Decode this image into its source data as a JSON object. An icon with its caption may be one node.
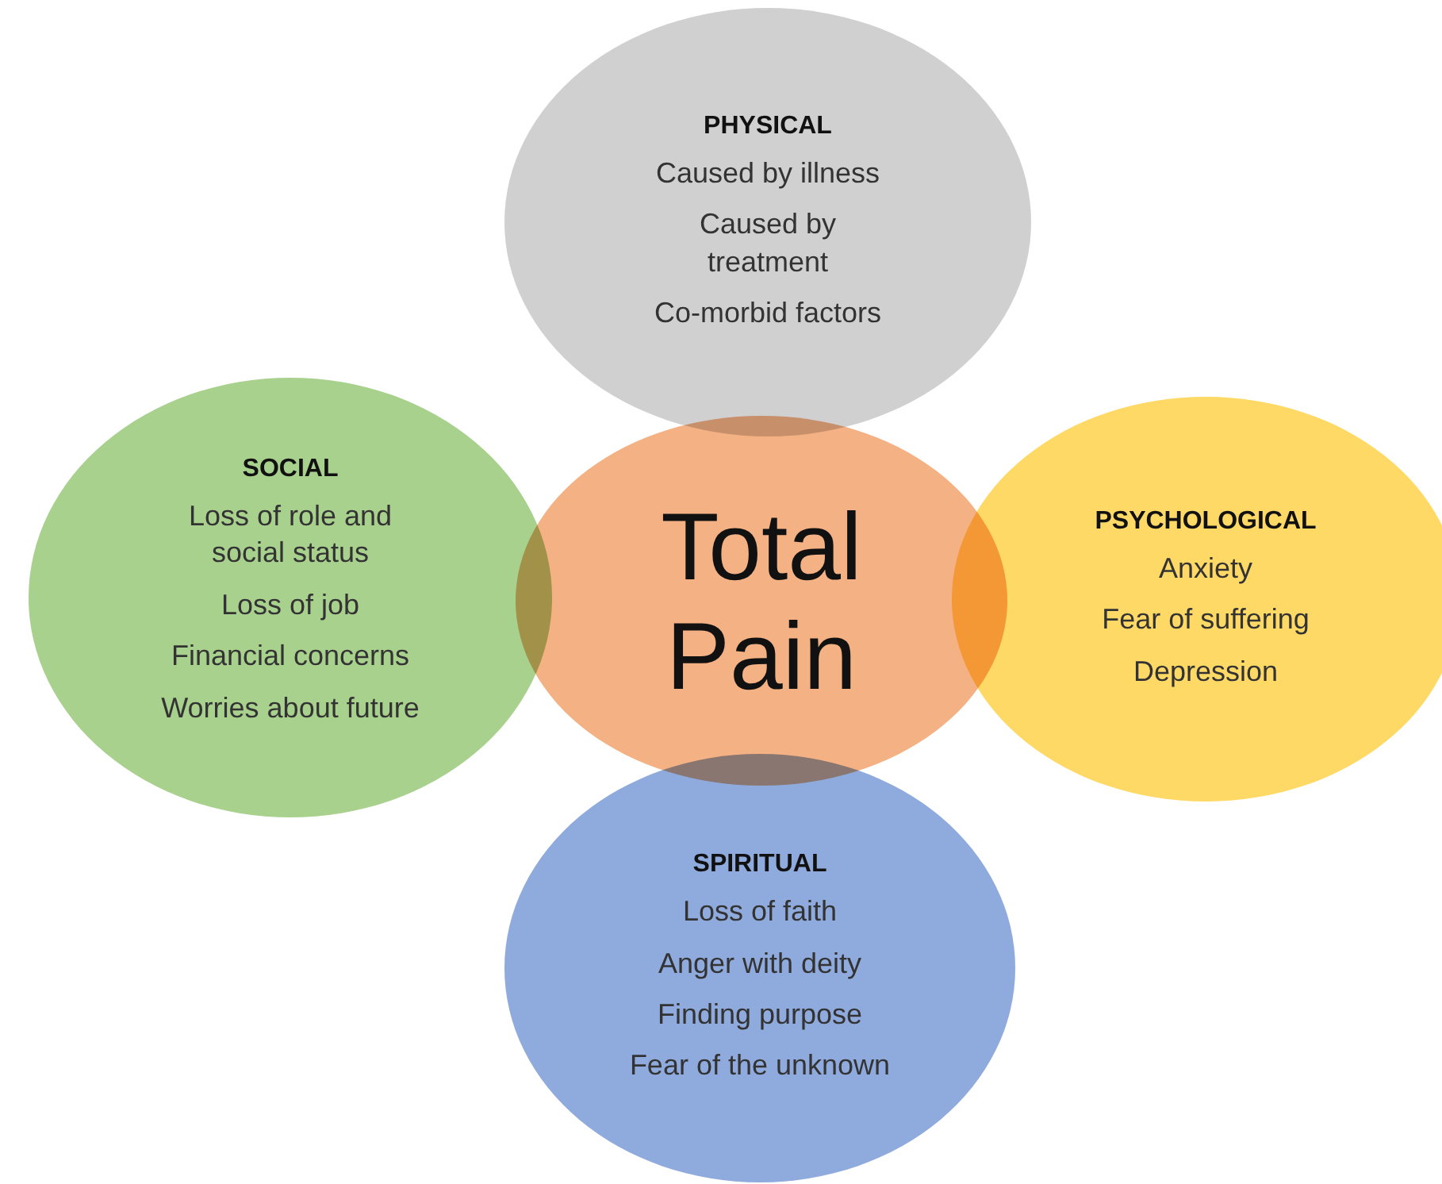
{
  "diagram": {
    "nodes": [
      {
        "text": [
          "PHYSICAL",
          "Caused by illness",
          "Caused by treatment",
          "Co-morbid factors"
        ]
      },
      {
        "text": [
          "SOCIAL",
          "Loss of role and social status",
          "Loss of job",
          "Financial concerns",
          "Worries about future"
        ]
      },
      {
        "text": [
          "Total Pain"
        ]
      },
      {
        "text": [
          "PSYCHOLOGICAL",
          "Anxiety",
          "Fear of suffering",
          "Depression"
        ]
      },
      {
        "text": [
          "SPIRITUAL",
          "Loss of faith",
          "Anger with deity",
          "Finding purpose",
          "Fear of the unknown"
        ]
      }
    ]
  }
}
